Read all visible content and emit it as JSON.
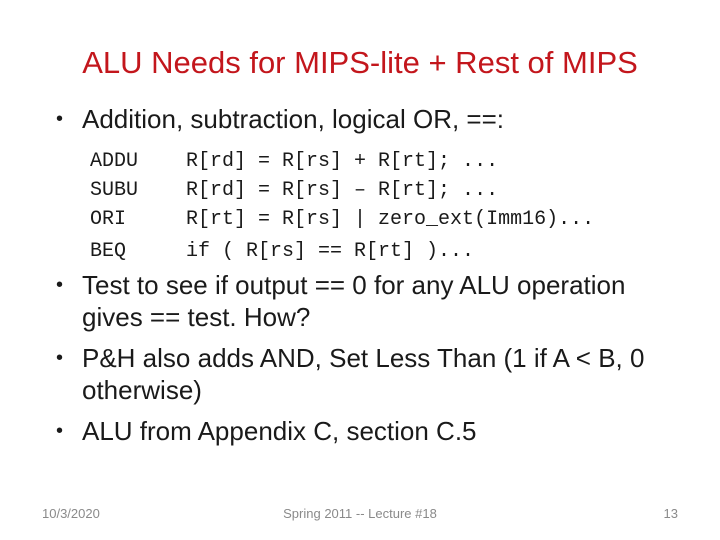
{
  "slide_title": "ALU Needs for MIPS-lite + Rest of MIPS",
  "bullet_char": "•",
  "intro_bullet": "Addition, subtraction, logical OR, ==:",
  "code_lines": [
    "ADDU    R[rd] = R[rs] + R[rt]; ...",
    "SUBU    R[rd] = R[rs] – R[rt]; ...",
    "ORI     R[rt] = R[rs] | zero_ext(Imm16)...",
    "BEQ     if ( R[rs] == R[rt] )..."
  ],
  "bullets": [
    {
      "lines": [
        "Test to see if output == 0 for any ALU operation",
        "gives == test. How?"
      ]
    },
    {
      "lines": [
        "P&H also adds AND, Set Less Than (1 if A < B, 0",
        "otherwise)"
      ]
    },
    {
      "lines": [
        "ALU from Appendix C, section C.5"
      ]
    }
  ],
  "footer": {
    "date": "10/3/2020",
    "center": "Spring 2011 -- Lecture #18",
    "slide_number": "13"
  },
  "colors": {
    "background": "#ffffff",
    "title": "#c3161c",
    "body": "#1a1a1a",
    "code": "#1a1a1a",
    "footer": "#8a8a8a"
  }
}
